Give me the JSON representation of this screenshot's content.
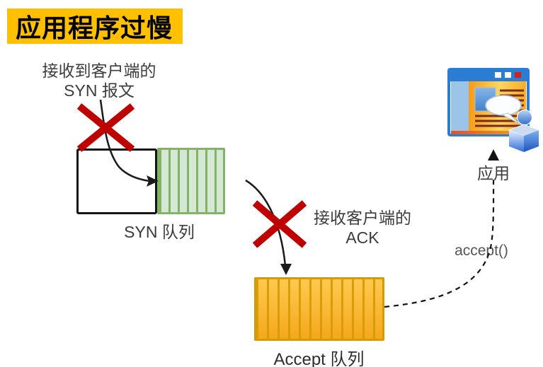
{
  "title": {
    "label": "应用程序过慢"
  },
  "notes": {
    "syn": {
      "line1": "接收到客户端的",
      "line2": "SYN 报文"
    },
    "ack": {
      "line1": "接收客户端的",
      "line2": "ACK"
    }
  },
  "queues": {
    "syn": {
      "label": "SYN 队列",
      "fill": "#D5E8D4",
      "stripe": "#82B366"
    },
    "accept": {
      "label": "Accept 队列",
      "fill_top": "#FFC94F",
      "fill_bottom": "#F4A81C",
      "stripe": "#D79B00"
    }
  },
  "flow": {
    "accept_call": "accept()",
    "app_label": "应用"
  },
  "colors": {
    "banner_bg": "#FFC000",
    "banner_text": "#000000",
    "cross": "#BE0000",
    "arrow": "#1A1A1A",
    "note_text": "#3C3C3C",
    "icon_blue": "#2B7CD3",
    "icon_content_orange": "#F7A920",
    "icon_sidebar_blue": "#9CC3E8"
  },
  "icons": {
    "cross_1": "red-x-blocked",
    "cross_2": "red-x-blocked",
    "application": "app-window-with-user-figure"
  }
}
